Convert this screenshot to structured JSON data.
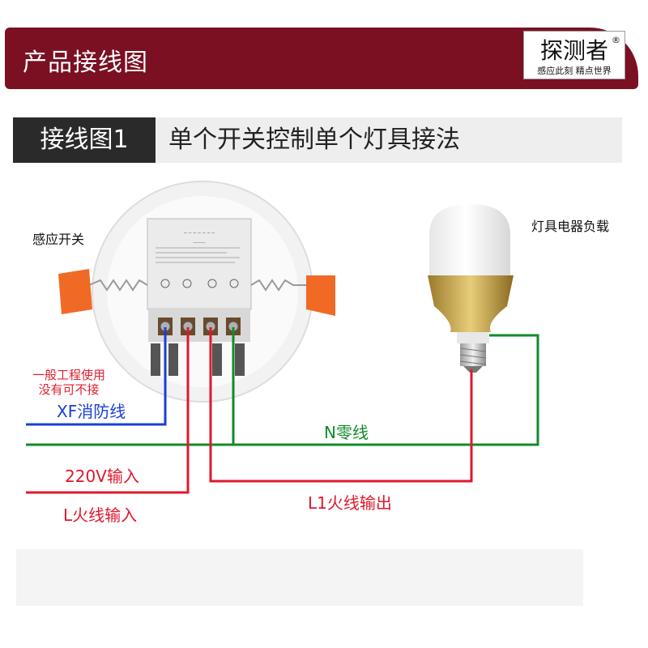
{
  "header": {
    "title": "产品接线图",
    "brand_name": "探测者",
    "brand_reg": "®",
    "brand_slogan": "感应此刻 精点世界"
  },
  "section": {
    "label": "接线图1",
    "title": "单个开关控制单个灯具接法"
  },
  "labels": {
    "sensor": "感应开关",
    "lamp": "灯具电器负载",
    "note_line1": "一般工程使用",
    "note_line2": "没有可不接",
    "xf_line": "XF消防线",
    "n_line": "N零线",
    "v220_input": "220V输入",
    "l_input": "L火线输入",
    "l1_output": "L1火线输出"
  },
  "colors": {
    "banner": "#7a1022",
    "wire_blue": "#1a3fd6",
    "wire_green": "#128a2c",
    "wire_red": "#e0182c",
    "bracket_orange": "#f06a26",
    "lamp_base_gold": "#c8a24a"
  },
  "icons": {
    "sensor_switch": "round-sensor-switch-icon",
    "lamp": "led-bulb-icon"
  }
}
